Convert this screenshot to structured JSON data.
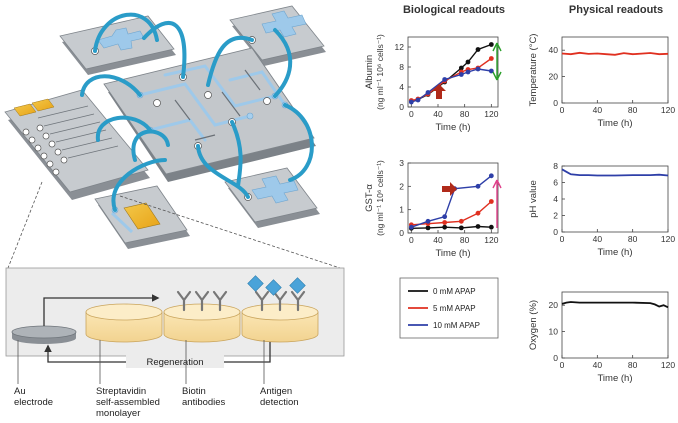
{
  "headers": {
    "biological": "Biological readouts",
    "physical": "Physical readouts"
  },
  "assay": {
    "labels": {
      "au": [
        "Au",
        "electrode"
      ],
      "strep": [
        "Streptavidin",
        "self-assembled",
        "monolayer"
      ],
      "biotin": [
        "Biotin",
        "antibodies"
      ],
      "antigen": [
        "Antigen",
        "detection"
      ],
      "regeneration": "Regeneration"
    }
  },
  "legend": [
    {
      "label": "0 mM APAP",
      "color": "#111111"
    },
    {
      "label": "5 mM APAP",
      "color": "#e03020"
    },
    {
      "label": "10 mM APAP",
      "color": "#2e3fa8"
    }
  ],
  "chart_data": [
    {
      "type": "line",
      "xlabel": "Time (h)",
      "ylabel": [
        "Albumin",
        "(ng ml⁻¹ 10⁶ cells⁻¹)"
      ],
      "xlim": [
        -5,
        130
      ],
      "ylim": [
        0,
        14
      ],
      "xticks": [
        0,
        40,
        80,
        120
      ],
      "yticks": [
        0,
        4,
        8,
        12
      ],
      "series": [
        {
          "name": "0 mM APAP",
          "color": "#111111",
          "x": [
            0,
            10,
            25,
            50,
            75,
            85,
            100,
            120
          ],
          "y": [
            1.2,
            1.5,
            2.5,
            5,
            7.8,
            9,
            11.5,
            12.5
          ]
        },
        {
          "name": "5 mM APAP",
          "color": "#e03020",
          "x": [
            0,
            10,
            25,
            50,
            75,
            85,
            100,
            120
          ],
          "y": [
            1.3,
            1.6,
            2.6,
            5.2,
            7,
            7.5,
            7.8,
            9.7
          ]
        },
        {
          "name": "10 mM APAP",
          "color": "#2e3fa8",
          "x": [
            0,
            10,
            25,
            50,
            75,
            85,
            100,
            120
          ],
          "y": [
            1.0,
            1.4,
            2.9,
            5.5,
            6.5,
            7.0,
            7.6,
            7.2
          ]
        }
      ]
    },
    {
      "type": "line",
      "xlabel": "Time (h)",
      "ylabel": [
        "GST-α",
        "(ng ml⁻¹ 10⁶ cells⁻¹)"
      ],
      "xlim": [
        -5,
        130
      ],
      "ylim": [
        0,
        3
      ],
      "xticks": [
        0,
        40,
        80,
        120
      ],
      "yticks": [
        0,
        1,
        2,
        3
      ],
      "series": [
        {
          "name": "0 mM APAP",
          "color": "#111111",
          "x": [
            0,
            25,
            50,
            75,
            100,
            120
          ],
          "y": [
            0.2,
            0.22,
            0.25,
            0.22,
            0.28,
            0.25
          ]
        },
        {
          "name": "5 mM APAP",
          "color": "#e03020",
          "x": [
            0,
            25,
            50,
            75,
            100,
            120
          ],
          "y": [
            0.35,
            0.4,
            0.45,
            0.5,
            0.85,
            1.35
          ]
        },
        {
          "name": "10 mM APAP",
          "color": "#2e3fa8",
          "x": [
            0,
            25,
            50,
            65,
            100,
            120
          ],
          "y": [
            0.25,
            0.5,
            0.7,
            1.9,
            2.0,
            2.45
          ]
        }
      ]
    },
    {
      "type": "line",
      "xlabel": "Time (h)",
      "ylabel": [
        "Temperature (°C)"
      ],
      "xlim": [
        0,
        120
      ],
      "ylim": [
        0,
        50
      ],
      "xticks": [
        0,
        40,
        80,
        120
      ],
      "yticks": [
        0,
        20,
        40
      ],
      "series": [
        {
          "color": "#e03020",
          "x": [
            0,
            10,
            20,
            30,
            40,
            50,
            60,
            70,
            80,
            90,
            100,
            110,
            120
          ],
          "y": [
            37.5,
            37,
            38,
            37.2,
            37.5,
            37,
            36.5,
            37.8,
            37,
            37.4,
            37.9,
            37,
            37.3
          ]
        }
      ]
    },
    {
      "type": "line",
      "xlabel": "Time (h)",
      "ylabel": [
        "pH value"
      ],
      "xlim": [
        0,
        120
      ],
      "ylim": [
        0,
        8
      ],
      "xticks": [
        0,
        40,
        80,
        120
      ],
      "yticks": [
        0,
        2,
        4,
        6,
        8
      ],
      "series": [
        {
          "color": "#2e3fa8",
          "x": [
            0,
            5,
            10,
            20,
            30,
            40,
            60,
            80,
            100,
            110,
            120
          ],
          "y": [
            7.6,
            7.3,
            7.0,
            6.9,
            6.9,
            6.85,
            6.85,
            6.9,
            6.9,
            6.95,
            6.85
          ]
        }
      ]
    },
    {
      "type": "line",
      "xlabel": "Time (h)",
      "ylabel": [
        "Oxygen (%)"
      ],
      "xlim": [
        0,
        120
      ],
      "ylim": [
        0,
        25
      ],
      "xticks": [
        0,
        40,
        80,
        120
      ],
      "yticks": [
        0,
        10,
        20
      ],
      "series": [
        {
          "color": "#111111",
          "x": [
            0,
            5,
            10,
            20,
            40,
            60,
            80,
            100,
            105,
            110,
            115,
            120
          ],
          "y": [
            20.5,
            21,
            21.2,
            21,
            21,
            21,
            21,
            20.8,
            20.3,
            19.5,
            20,
            19.2
          ]
        }
      ]
    }
  ]
}
